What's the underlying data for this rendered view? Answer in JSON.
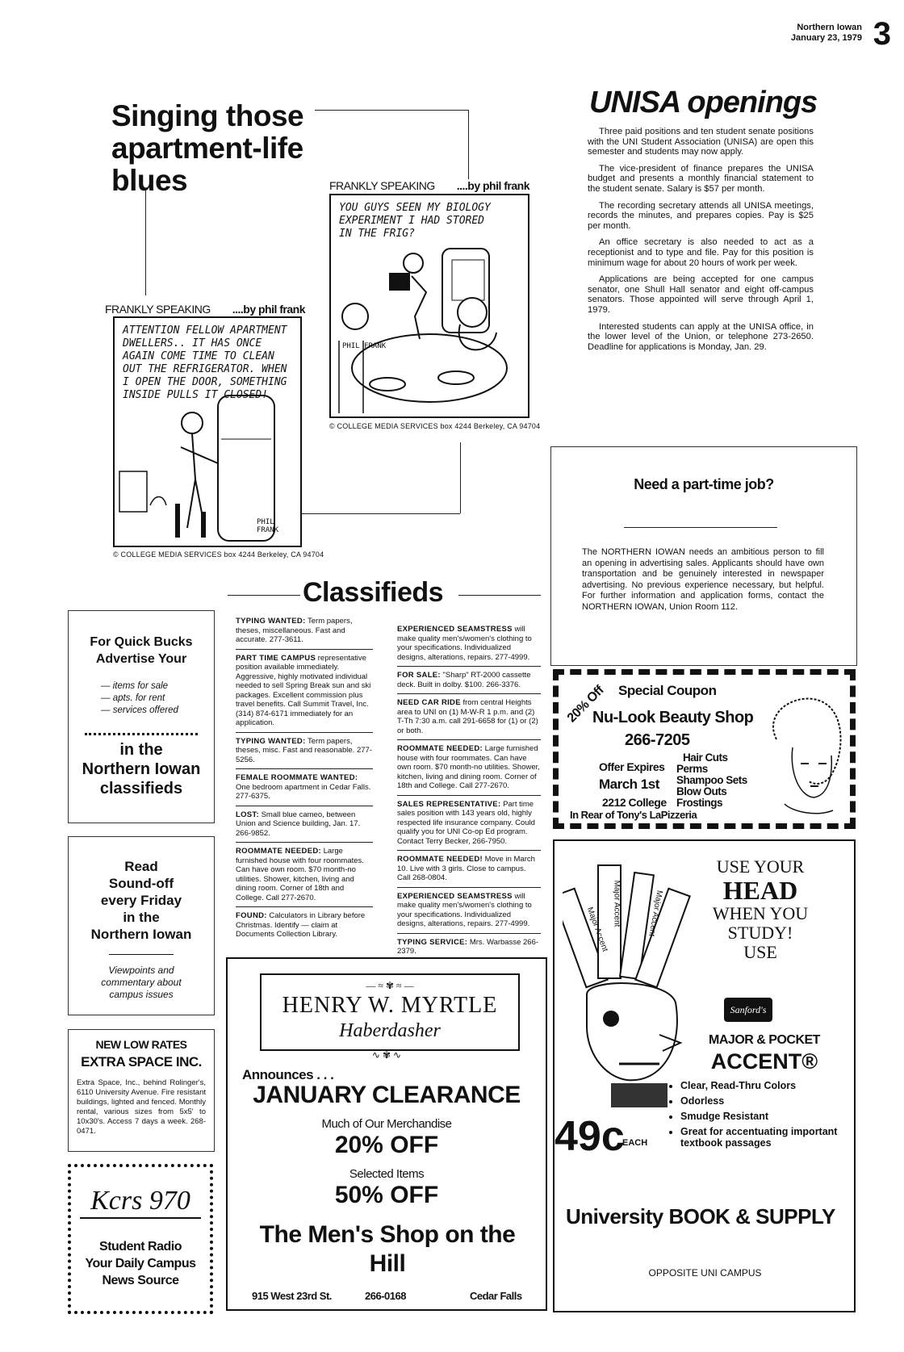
{
  "masthead": {
    "paper": "Northern Iowan",
    "date": "January 23, 1979",
    "page": "3"
  },
  "headline": "Singing those apartment-life blues",
  "comic1": {
    "header_left": "FRANKLY SPEAKING",
    "header_right": "....by phil frank",
    "text": "ATTENTION FELLOW APARTMENT DWELLERS.. IT HAS ONCE AGAIN COME TIME TO CLEAN OUT THE REFRIGERATOR. WHEN I OPEN THE DOOR, SOMETHING INSIDE PULLS IT CLOSED!",
    "signature": "PHIL FRANK",
    "credit": "COLLEGE MEDIA SERVICES box 4244 Berkeley, CA 94704"
  },
  "comic2": {
    "header_left": "FRANKLY SPEAKING",
    "header_right": "....by phil frank",
    "text": "YOU GUYS SEEN MY BIOLOGY EXPERIMENT I HAD STORED IN THE FRIG?",
    "signature": "PHIL FRANK",
    "credit": "COLLEGE MEDIA SERVICES box 4244 Berkeley, CA 94704"
  },
  "unisa": {
    "title": "UNISA openings",
    "paragraphs": [
      "Three paid positions and ten student senate positions with the UNI Student Association (UNISA) are open this semester and students may now apply.",
      "The vice-president of finance prepares the UNISA budget and presents a monthly financial statement to the student senate. Salary is $57 per month.",
      "The recording secretary attends all UNISA meetings, records the minutes, and prepares copies. Pay is $25 per month.",
      "An office secretary is also needed to act as a receptionist and to type and file. Pay for this position is minimum wage for about 20 hours of work per week.",
      "Applications are being accepted for one campus senator, one Shull Hall senator and eight off-campus senators. Those appointed will serve through April 1, 1979.",
      "Interested students can apply at the UNISA office, in the lower level of the Union, or telephone 273-2650. Deadline for applications is Monday, Jan. 29."
    ]
  },
  "job": {
    "title": "Need a part-time job?",
    "body": "The NORTHERN IOWAN needs an ambitious person to fill an opening in advertising sales. Applicants should have own transportation and be genuinely interested in newspaper advertising. No previous experience necessary, but helpful. For further information and application forms, contact the NORTHERN IOWAN, Union Room 112."
  },
  "classifieds": {
    "title": "Classifieds",
    "col1": [
      {
        "head": "TYPING WANTED:",
        "text": "Term papers, theses, miscellaneous. Fast and accurate. 277-3611."
      },
      {
        "head": "PART TIME CAMPUS",
        "text": "representative position available immediately. Aggressive, highly motivated individual needed to sell Spring Break sun and ski packages. Excellent commission plus travel benefits. Call Summit Travel, Inc. (314) 874-6171 immediately for an application."
      },
      {
        "head": "TYPING WANTED:",
        "text": "Term papers, theses, misc. Fast and reasonable. 277-5256."
      },
      {
        "head": "FEMALE ROOMMATE WANTED:",
        "text": "One bedroom apartment in Cedar Falls. 277-6375."
      },
      {
        "head": "LOST:",
        "text": "Small blue cameo, between Union and Science building, Jan. 17. 266-9852."
      },
      {
        "head": "ROOMMATE NEEDED:",
        "text": "Large furnished house with four roommates. Can have own room. $70 month-no utilities. Shower, kitchen, living and dining room. Corner of 18th and College. Call 277-2670."
      },
      {
        "head": "FOUND:",
        "text": "Calculators in Library before Christmas. Identify — claim at Documents Collection Library."
      }
    ],
    "col2": [
      {
        "head": "EXPERIENCED SEAMSTRESS",
        "text": "will make quality men's/women's clothing to your specifications. Individualized designs, alterations, repairs. 277-4999."
      },
      {
        "head": "FOR SALE:",
        "text": "\"Sharp\" RT-2000 cassette deck. Built in dolby. $100. 266-3376."
      },
      {
        "head": "NEED CAR RIDE",
        "text": "from central Heights area to UNI on (1) M-W-R 1 p.m. and (2) T-Th 7:30 a.m. call 291-6658 for (1) or (2) or both."
      },
      {
        "head": "ROOMMATE NEEDED:",
        "text": "Large furnished house with four roommates. Can have own room. $70 month-no utilities. Shower, kitchen, living and dining room. Corner of 18th and College. Call 277-2670."
      },
      {
        "head": "SALES REPRESENTATIVE:",
        "text": "Part time sales position with 143 years old, highly respected life insurance company. Could qualify you for UNI Co-op Ed program. Contact Terry Becker, 266-7950."
      },
      {
        "head": "ROOMMATE NEEDED!",
        "text": "Move in March 10. Live with 3 girls. Close to campus. Call 268-0804."
      },
      {
        "head": "EXPERIENCED SEAMSTRESS",
        "text": "will make quality men's/women's clothing to your specifications. Individualized designs, alterations, repairs. 277-4999."
      },
      {
        "head": "TYPING SERVICE:",
        "text": "Mrs. Warbasse 266-2379."
      }
    ]
  },
  "quickbucks": {
    "line1": "For Quick Bucks",
    "line2": "Advertise Your",
    "items": [
      "— items for sale",
      "— apts. for rent",
      "— services offered"
    ],
    "line3": "in the",
    "line4": "Northern Iowan",
    "line5": "classifieds"
  },
  "soundoff": {
    "lines": [
      "Read",
      "Sound-off",
      "every Friday",
      "in the",
      "Northern Iowan"
    ],
    "sub": "Viewpoints and commentary about campus issues"
  },
  "extraspace": {
    "line1": "NEW LOW RATES",
    "line2": "EXTRA SPACE INC.",
    "body": "Extra Space, Inc., behind Rolinger's, 6110 University Avenue. Fire resistant buildings, lighted and fenced. Monthly rental, various sizes from 5x5' to 10x30's. Access 7 days a week. 268-0471."
  },
  "kcrs": {
    "logo": "Kcrs 970",
    "lines": [
      "Student Radio",
      "Your Daily Campus",
      "News Source"
    ]
  },
  "coupon": {
    "badge": "20% Off",
    "title": "Special Coupon",
    "shop": "Nu-Look Beauty Shop",
    "phone": "266-7205",
    "expires": "Offer Expires",
    "expires_date": "March 1st",
    "services": [
      "Hair Cuts",
      "Perms",
      "Shampoo Sets",
      "Blow Outs",
      "Frostings"
    ],
    "address": "2212 College",
    "location": "In Rear of Tony's LaPizzeria"
  },
  "accent": {
    "headline": [
      "USE YOUR",
      "HEAD",
      "WHEN YOU",
      "STUDY!",
      "USE"
    ],
    "brand": "Sanford's",
    "product1": "MAJOR & POCKET",
    "product2": "ACCENT",
    "bullets": [
      "Clear, Read-Thru Colors",
      "Odorless",
      "Smudge Resistant",
      "Great for accentuating important textbook passages"
    ],
    "pen_labels": [
      "Major Accent",
      "Major Accent",
      "Major Accent"
    ],
    "price": "49c",
    "each": "EACH",
    "store": "University BOOK & SUPPLY",
    "store_sub": "OPPOSITE UNI CAMPUS"
  },
  "myrtle": {
    "name": "HENRY W. MYRTLE",
    "sub": "Haberdasher",
    "announces": "Announces . . .",
    "headline": "JANUARY CLEARANCE",
    "line1": "Much of Our Merchandise",
    "pct1": "20% OFF",
    "line2": "Selected Items",
    "pct2": "50% OFF",
    "shop": "The Men's Shop on the Hill",
    "address": "915 West 23rd St.",
    "phone": "266-0168",
    "city": "Cedar Falls"
  }
}
